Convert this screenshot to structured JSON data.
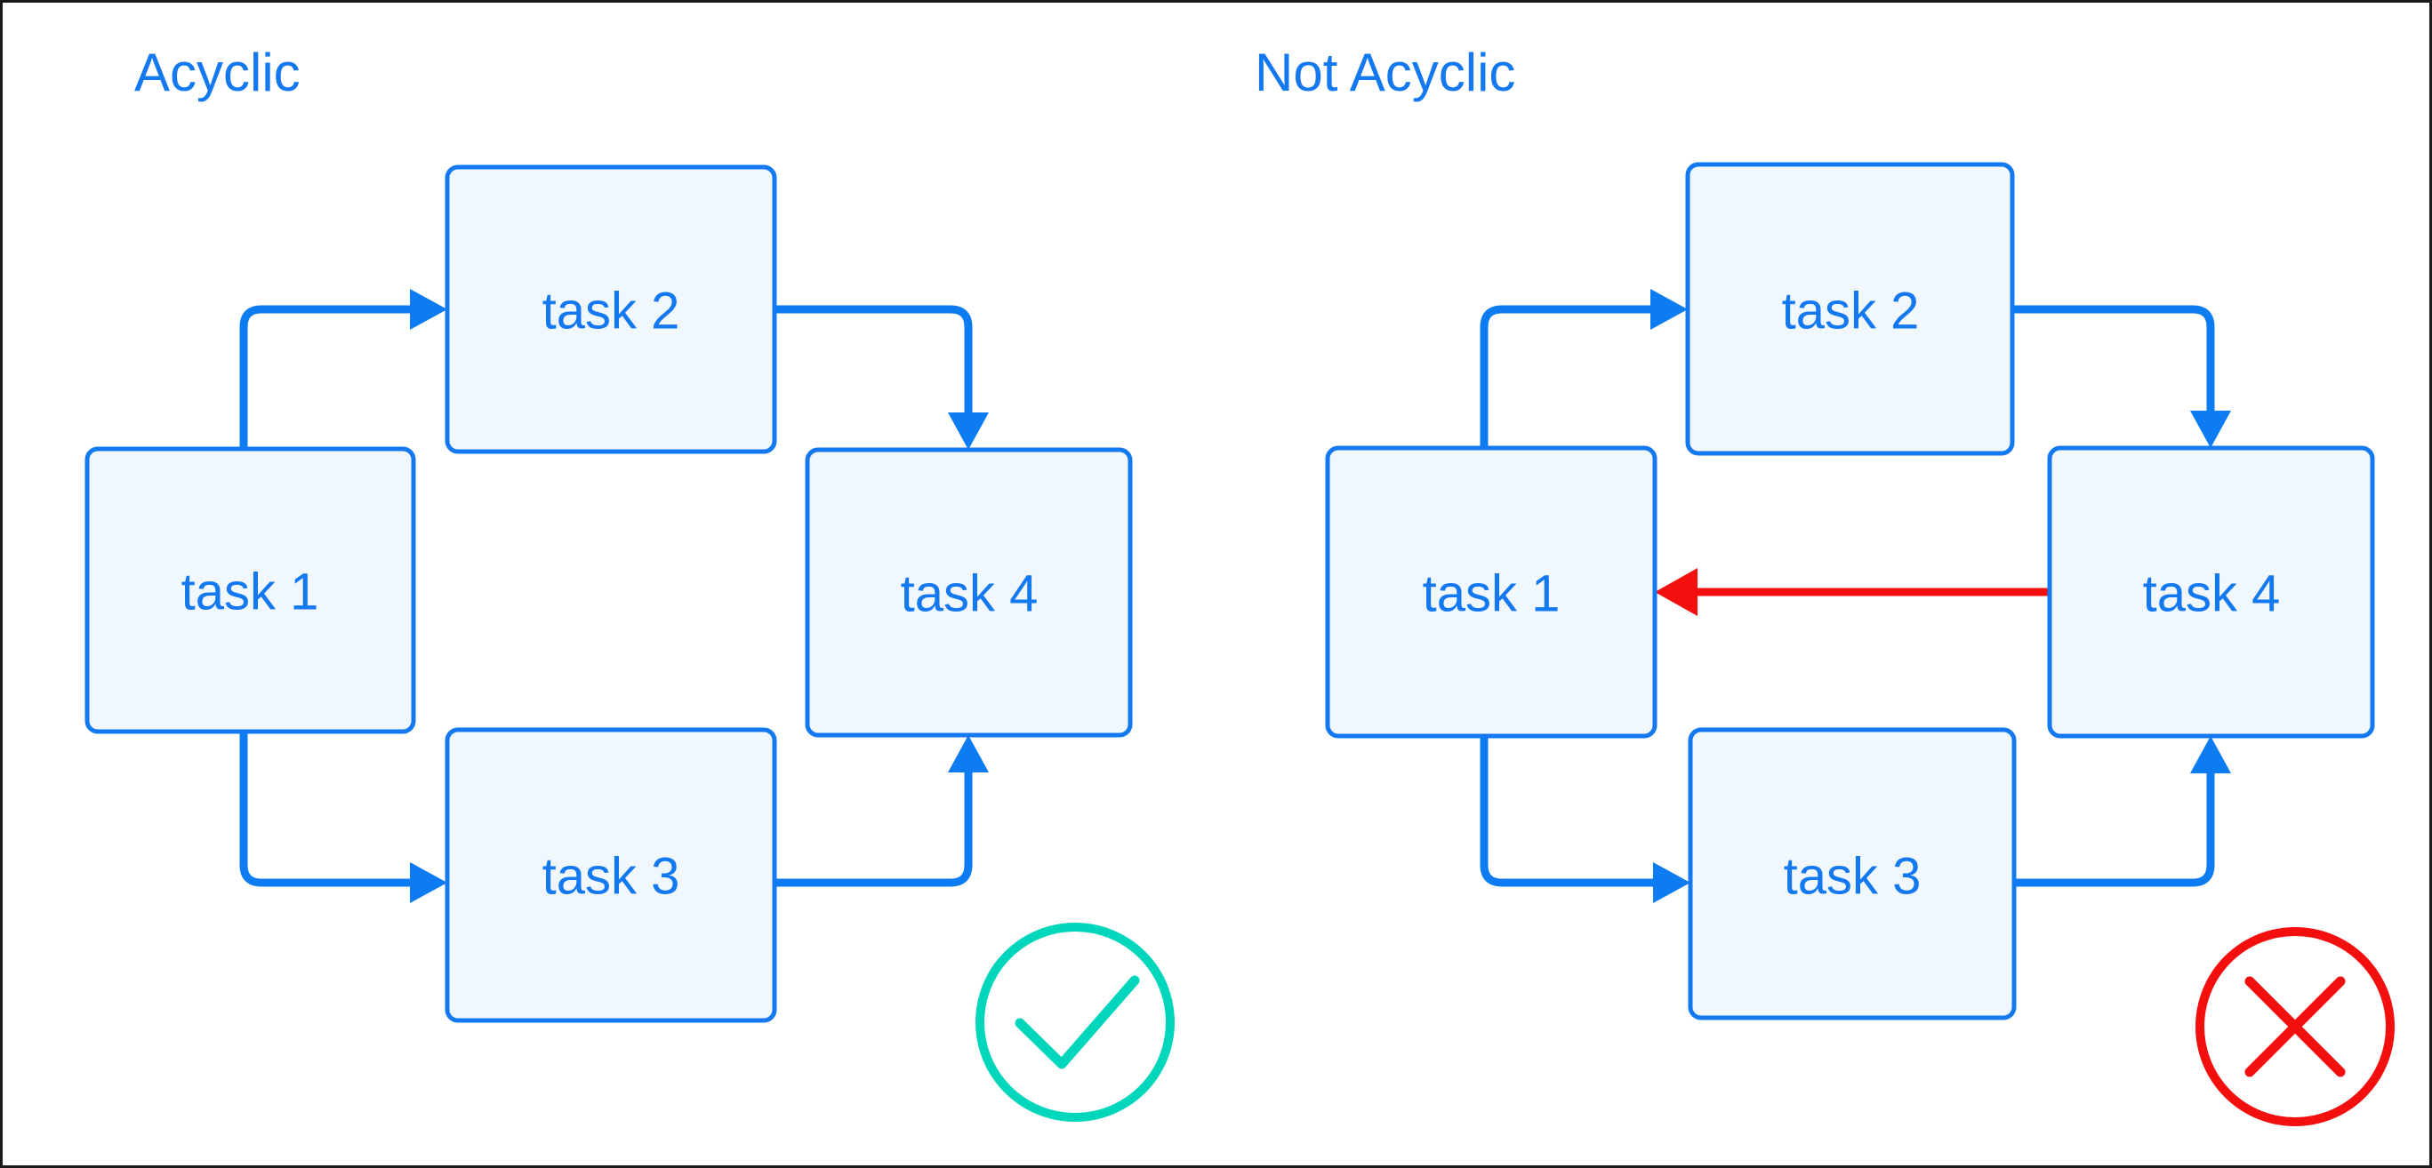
{
  "figure": {
    "background_color": "#ffffff",
    "frame_color": "#1a1a1a"
  },
  "colors": {
    "node_fill": "#f1f8fd",
    "node_stroke": "#1478f0",
    "node_text": "#1478f0",
    "title_text": "#1478f0",
    "edge_valid": "#0d7bf2",
    "edge_cycle": "#f40f0f",
    "badge_ok": "#00d6bb",
    "badge_bad": "#f40f0f"
  },
  "panels": [
    {
      "id": "acyclic",
      "title": "Acyclic",
      "badge": "check-circle",
      "nodes": [
        {
          "id": "task1",
          "label": "task 1"
        },
        {
          "id": "task2",
          "label": "task 2"
        },
        {
          "id": "task3",
          "label": "task 3"
        },
        {
          "id": "task4",
          "label": "task 4"
        }
      ],
      "edges": [
        {
          "from": "task 1",
          "to": "task 2",
          "color": "#0d7bf2"
        },
        {
          "from": "task 1",
          "to": "task 3",
          "color": "#0d7bf2"
        },
        {
          "from": "task 2",
          "to": "task 4",
          "color": "#0d7bf2"
        },
        {
          "from": "task 3",
          "to": "task 4",
          "color": "#0d7bf2"
        }
      ]
    },
    {
      "id": "not-acyclic",
      "title": "Not Acyclic",
      "badge": "x-circle",
      "nodes": [
        {
          "id": "task1",
          "label": "task 1"
        },
        {
          "id": "task2",
          "label": "task 2"
        },
        {
          "id": "task3",
          "label": "task 3"
        },
        {
          "id": "task4",
          "label": "task 4"
        }
      ],
      "edges": [
        {
          "from": "task 1",
          "to": "task 2",
          "color": "#0d7bf2"
        },
        {
          "from": "task 1",
          "to": "task 3",
          "color": "#0d7bf2"
        },
        {
          "from": "task 2",
          "to": "task 4",
          "color": "#0d7bf2"
        },
        {
          "from": "task 3",
          "to": "task 4",
          "color": "#0d7bf2"
        },
        {
          "from": "task 4",
          "to": "task 1",
          "color": "#f40f0f"
        }
      ]
    }
  ],
  "labels": {
    "left_task1": "task 1",
    "left_task2": "task 2",
    "left_task3": "task 3",
    "left_task4": "task 4",
    "right_task1": "task 1",
    "right_task2": "task 2",
    "right_task3": "task 3",
    "right_task4": "task 4"
  }
}
